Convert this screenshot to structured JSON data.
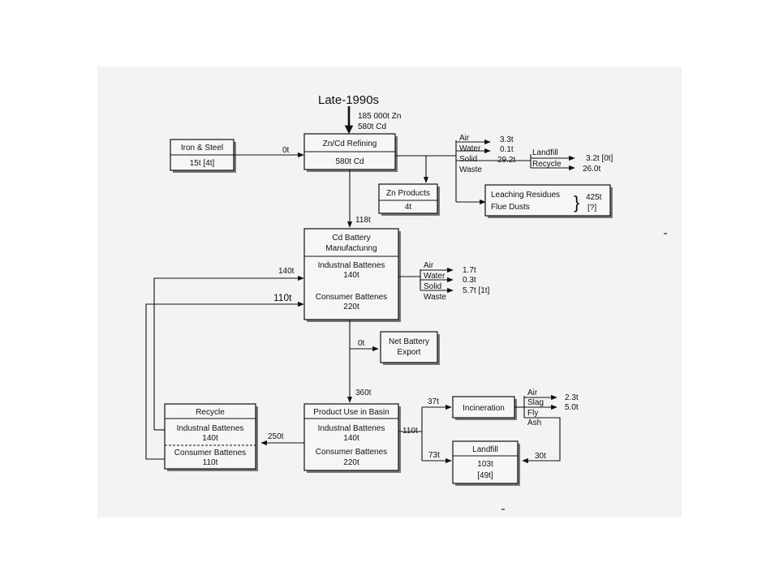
{
  "title": "Late-1990s",
  "input": {
    "zn": "185 000t Zn",
    "cd": "580t Cd"
  },
  "iron_steel": {
    "name": "Iron & Steel",
    "value": "15t [4t]",
    "flow": "0t"
  },
  "refining": {
    "name": "Zn/Cd Refining",
    "value": "580t Cd"
  },
  "refining_emissions": {
    "air": "Air",
    "air_v": "3.3t",
    "water": "Water",
    "water_v": "0.1t",
    "solid": "Solid",
    "solid_v": "29.2t",
    "waste": "Waste",
    "landfill": "Landfill",
    "landfill_v": "3.2t [0t]",
    "recycle": "Recycle",
    "recycle_v": "26.0t"
  },
  "zn_products": {
    "name": "Zn Products",
    "value": "4t"
  },
  "residues": {
    "leaching": "Leaching Residues",
    "flue": "Flue Dusts",
    "brace": "}",
    "value": "425t",
    "unknown": "[?]"
  },
  "flow_to_manufacturing": "118t",
  "manufacturing": {
    "name_l1": "Cd Battery",
    "name_l2": "Manufactunng",
    "industrial": "Industnal Battenes",
    "industrial_v": "140t",
    "consumer": "Consumer Battenes",
    "consumer_v": "220t"
  },
  "manufacturing_emissions": {
    "air": "Air",
    "air_v": "1.7t",
    "water": "Water",
    "water_v": "0.3t",
    "solid": "Solid",
    "solid_v": "5.7t [1t]",
    "waste": "Waste"
  },
  "recycle_flows": {
    "industrial": "140t",
    "consumer": "110t"
  },
  "net_export": {
    "flow": "0t",
    "name_l1": "Net Battery",
    "name_l2": "Export"
  },
  "flow_to_use": "360t",
  "product_use": {
    "name": "Product Use in Basin",
    "industrial": "Industnal Battenes",
    "industrial_v": "140t",
    "consumer": "Consumer Battenes",
    "consumer_v": "220t"
  },
  "recycle_box": {
    "name": "Recycle",
    "industrial": "Industnal Battenes",
    "industrial_v": "140t",
    "consumer": "Consumer Battenes",
    "consumer_v": "110t",
    "flow": "250t"
  },
  "disposal": {
    "total": "110t",
    "to_incineration": "37t",
    "to_landfill": "73t"
  },
  "incineration": {
    "name": "Incineration",
    "air": "Air",
    "air_v": "2.3t",
    "slag": "Slag",
    "slag_v": "5.0t",
    "fly": "Fly",
    "ash": "Ash",
    "to_landfill": "30t"
  },
  "landfill": {
    "name": "Landfill",
    "value": "103t",
    "value2": "[49t]"
  }
}
